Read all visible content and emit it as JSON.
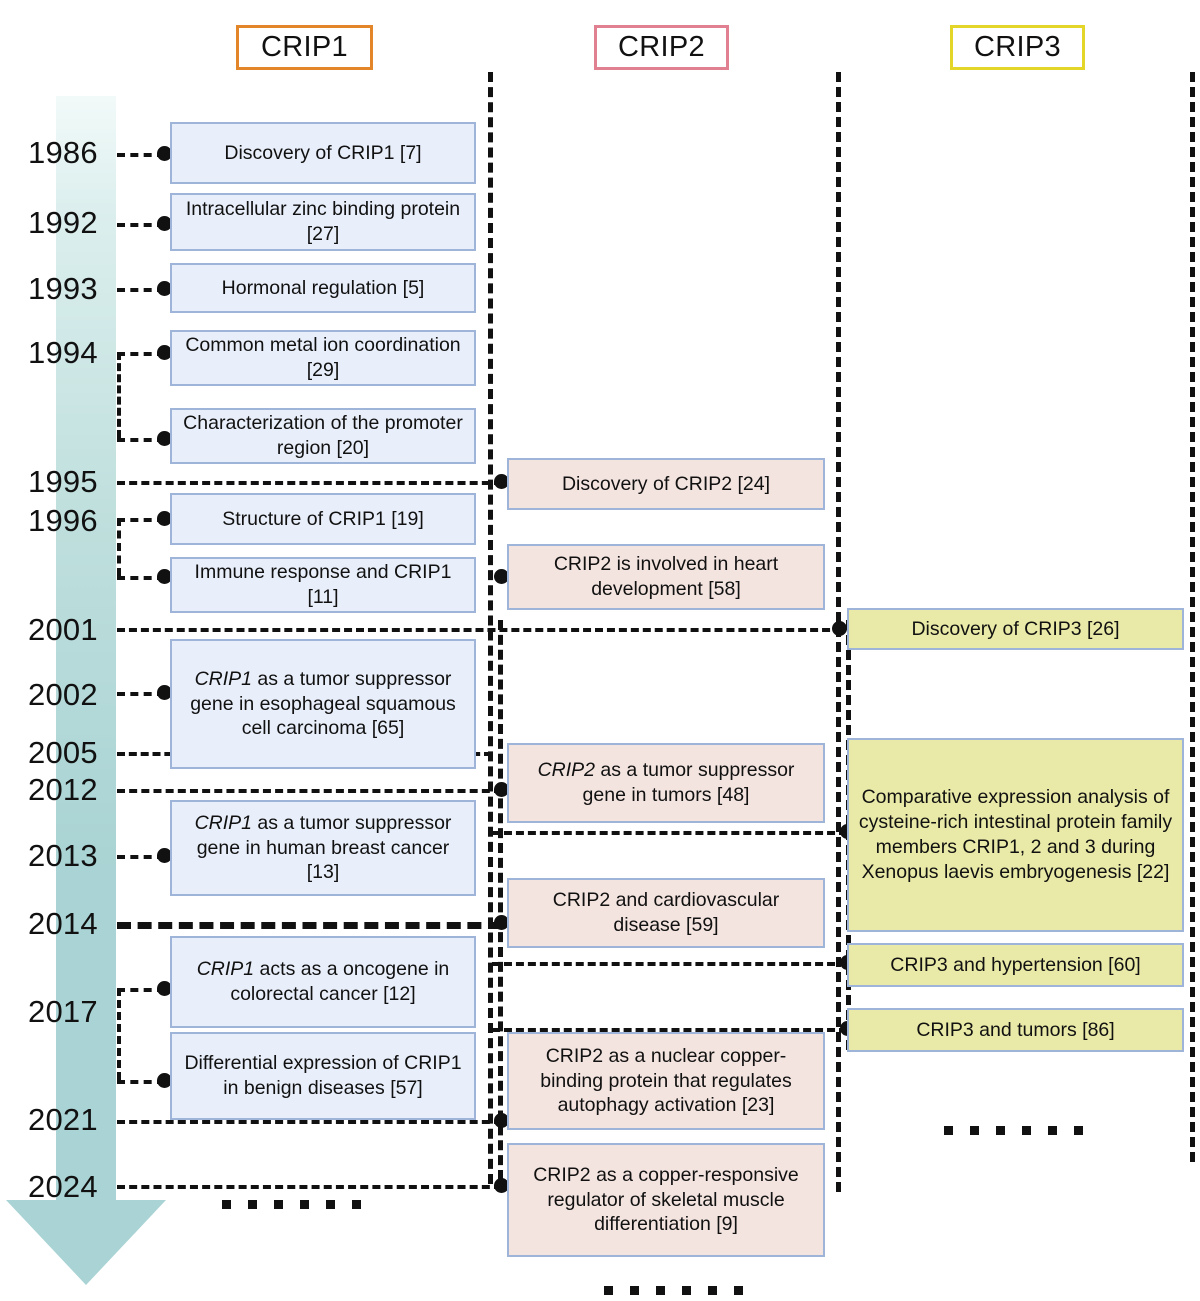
{
  "figure": {
    "type": "timeline",
    "title": "CRIP family research milestones timeline",
    "colors": {
      "crip1_header_border": "#e3862a",
      "crip2_header_border": "#e08090",
      "crip3_header_border": "#e3d628",
      "crip1_box_fill": "#e9effa",
      "crip2_box_fill": "#f3e4df",
      "crip3_box_fill": "#eaeaa8",
      "box_border": "#9fb4d9",
      "arrow_fill": "#a9d3d4"
    }
  },
  "columns": [
    {
      "id": "crip1",
      "label": "CRIP1"
    },
    {
      "id": "crip2",
      "label": "CRIP2"
    },
    {
      "id": "crip3",
      "label": "CRIP3"
    }
  ],
  "years": [
    {
      "label": "1986"
    },
    {
      "label": "1992"
    },
    {
      "label": "1993"
    },
    {
      "label": "1994"
    },
    {
      "label": "1995"
    },
    {
      "label": "1996"
    },
    {
      "label": "2001"
    },
    {
      "label": "2002"
    },
    {
      "label": "2005"
    },
    {
      "label": "2012"
    },
    {
      "label": "2013"
    },
    {
      "label": "2014"
    },
    {
      "label": "2017"
    },
    {
      "label": "2021"
    },
    {
      "label": "2024"
    }
  ],
  "crip1_events": [
    {
      "year": "1986",
      "text": "Discovery of CRIP1 [7]"
    },
    {
      "year": "1992",
      "text": "Intracellular zinc binding protein [27]"
    },
    {
      "year": "1993",
      "text": "Hormonal regulation [5]"
    },
    {
      "year": "1994",
      "text": "Common metal ion coordination [29]"
    },
    {
      "year": "1994",
      "text": "Characterization of the promoter region [20]"
    },
    {
      "year": "1996",
      "text": "Structure of CRIP1 [19]"
    },
    {
      "year": "1996",
      "text": "Immune response and CRIP1 [11]"
    },
    {
      "year": "2002",
      "italic": "CRIP1",
      "text": " as a tumor suppressor gene in esophageal squamous cell carcinoma [65]"
    },
    {
      "year": "2013",
      "italic": "CRIP1",
      "text": " as a tumor suppressor gene in human breast cancer [13]"
    },
    {
      "year": "2017",
      "italic": "CRIP1",
      "text": " acts as a oncogene in colorectal cancer [12]"
    },
    {
      "year": "2017",
      "text": "Differential expression of CRIP1 in benign diseases [57]"
    }
  ],
  "crip2_events": [
    {
      "year": "1995",
      "text": "Discovery of CRIP2 [24]"
    },
    {
      "year": "1996",
      "text": "CRIP2 is involved in heart development [58]"
    },
    {
      "year": "2012",
      "italic": "CRIP2",
      "text": " as a tumor suppressor gene in tumors [48]"
    },
    {
      "year": "2014",
      "text": "CRIP2 and cardiovascular disease [59]"
    },
    {
      "year": "2021",
      "text": "CRIP2 as a nuclear copper-binding protein that regulates autophagy activation [23]"
    },
    {
      "year": "2024",
      "text": "CRIP2 as a copper-responsive regulator of skeletal muscle differentiation [9]"
    }
  ],
  "crip3_events": [
    {
      "year": "2001",
      "text": "Discovery of CRIP3 [26]"
    },
    {
      "year": "2013",
      "text": "Comparative expression analysis of cysteine-rich intestinal protein family members CRIP1, 2 and 3 during Xenopus laevis embryogenesis [22]"
    },
    {
      "year": "2014",
      "text": "CRIP3 and hypertension [60]"
    },
    {
      "year": "2017",
      "text": "CRIP3 and tumors [86]"
    }
  ],
  "ellipsis": {
    "glyph": "continues",
    "count": 6
  }
}
